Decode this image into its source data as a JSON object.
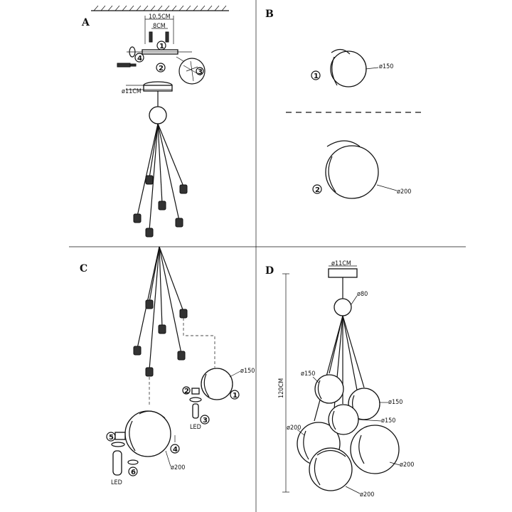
{
  "sections": {
    "a": {
      "label": "A"
    },
    "b": {
      "label": "B"
    },
    "c": {
      "label": "C"
    },
    "d": {
      "label": "D"
    }
  },
  "dimensions": {
    "a_top": "10.5CM",
    "a_inner": "8CM",
    "a_canopy": "ø11CM",
    "b_small": "ø150",
    "b_large": "ø200",
    "c_small": "ø150",
    "c_large": "ø200",
    "d_canopy": "ø11CM",
    "d_ball": "ø80",
    "d_height": "120CM",
    "d_150_a": "ø150",
    "d_150_b": "ø150",
    "d_150_c": "ø150",
    "d_200_a": "ø200",
    "d_200_b": "ø200",
    "d_200_c": "ø200"
  },
  "steps": {
    "s1": "1",
    "s2": "2",
    "s3": "3",
    "s4": "4",
    "s5": "5",
    "s6": "6"
  },
  "bulb_label": "LED"
}
